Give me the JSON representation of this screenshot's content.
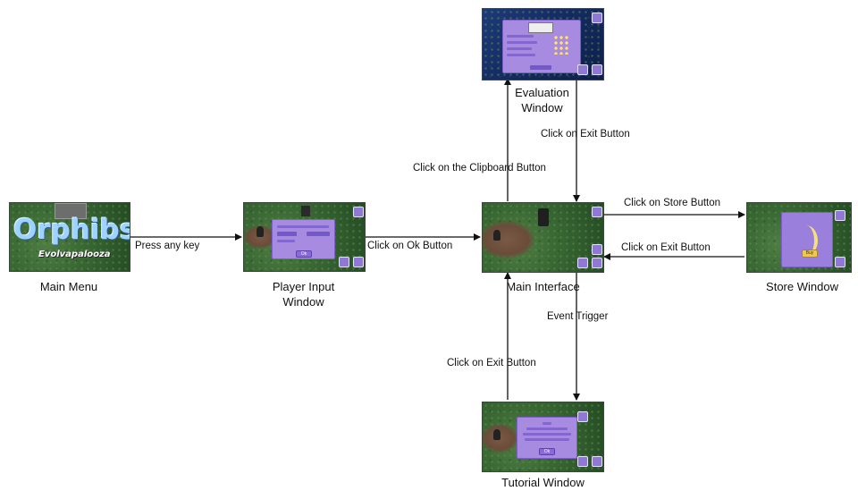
{
  "nodes": {
    "main_menu": {
      "label": "Main Menu",
      "logo_text": "Orphibs",
      "subtitle": "Evolvapalooza"
    },
    "player_input": {
      "label_line1": "Player Input",
      "label_line2": "Window",
      "ok_text": "Ok"
    },
    "main_interface": {
      "label": "Main Interface"
    },
    "evaluation": {
      "label_line1": "Evaluation",
      "label_line2": "Window"
    },
    "store": {
      "label": "Store Window",
      "buy_text": "Buy"
    },
    "tutorial": {
      "label": "Tutorial Window",
      "ok_text": "Ok"
    }
  },
  "edges": [
    {
      "from": "main_menu",
      "to": "player_input",
      "label": "Press any key"
    },
    {
      "from": "player_input",
      "to": "main_interface",
      "label": "Click on Ok Button"
    },
    {
      "from": "main_interface",
      "to": "evaluation",
      "label": "Click on the Clipboard Button"
    },
    {
      "from": "evaluation",
      "to": "main_interface",
      "label": "Click on Exit Button"
    },
    {
      "from": "main_interface",
      "to": "store",
      "label": "Click on Store Button"
    },
    {
      "from": "store",
      "to": "main_interface",
      "label": "Click on Exit Button"
    },
    {
      "from": "main_interface",
      "to": "tutorial",
      "label": "Event Trigger"
    },
    {
      "from": "tutorial",
      "to": "main_interface",
      "label": "Click on Exit Button"
    }
  ],
  "colors": {
    "arrow": "#111111",
    "grass": "#3c6b35",
    "panel": "#a78be0",
    "eval_bg": "#16285c"
  }
}
